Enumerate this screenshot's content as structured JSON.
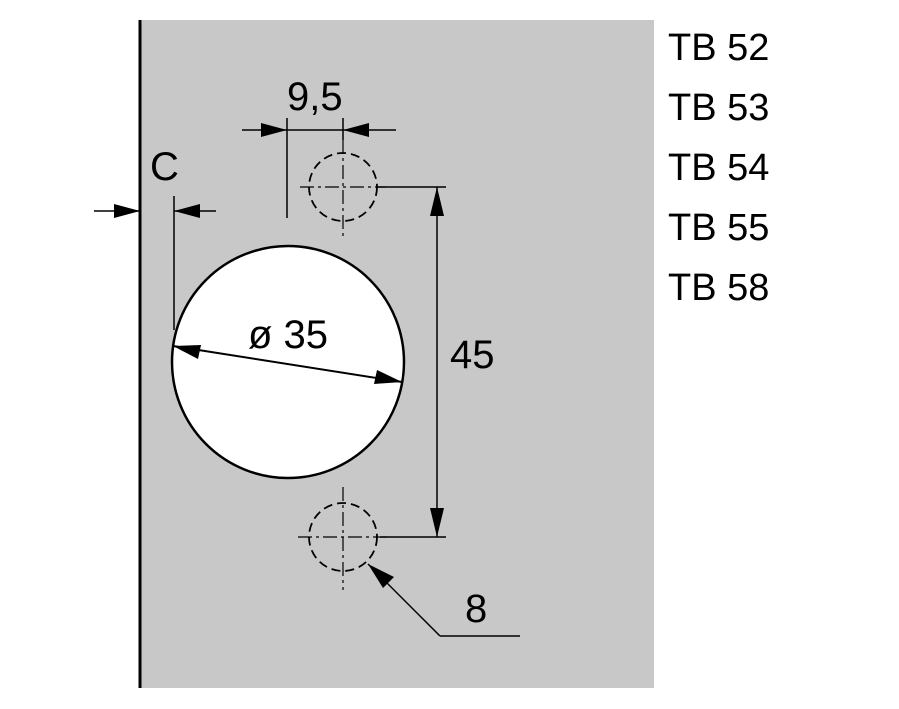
{
  "colors": {
    "panel": "#c8c8c8",
    "line": "#000000",
    "hole": "#ffffff",
    "background": "#ffffff"
  },
  "dimensions": {
    "offset_label": "C",
    "spacing_label": "9,5",
    "cup_diameter_label": "ø 35",
    "hole_distance_label": "45",
    "screw_hole_label": "8"
  },
  "models": [
    "TB 52",
    "TB 53",
    "TB 54",
    "TB 55",
    "TB 58"
  ]
}
